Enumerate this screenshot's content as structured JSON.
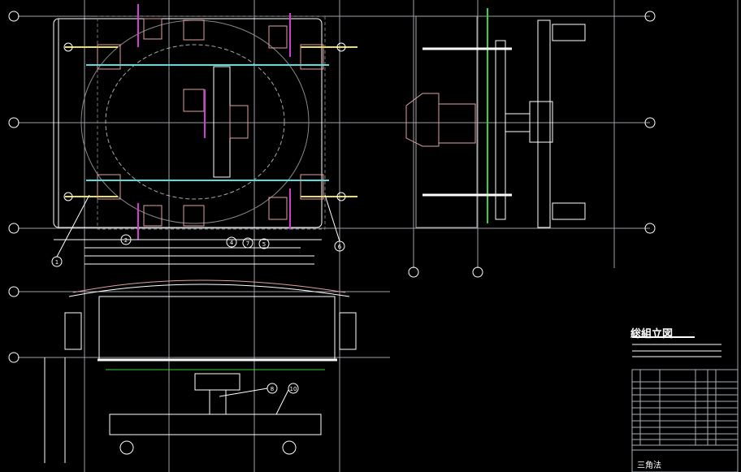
{
  "drawing": {
    "title": "総組立図",
    "projection_method": "三角法",
    "balloons": [
      "1",
      "2",
      "4",
      "7",
      "5",
      "6",
      "8",
      "10"
    ],
    "colors": {
      "background": "#000000",
      "line": "#ffffff",
      "frame": "#a9b0b8",
      "cyan": "#55e0e0",
      "pink": "#e0a0a0",
      "yellow": "#e8e060",
      "magenta": "#d040d0",
      "green": "#40d040",
      "red": "#d03030"
    }
  }
}
